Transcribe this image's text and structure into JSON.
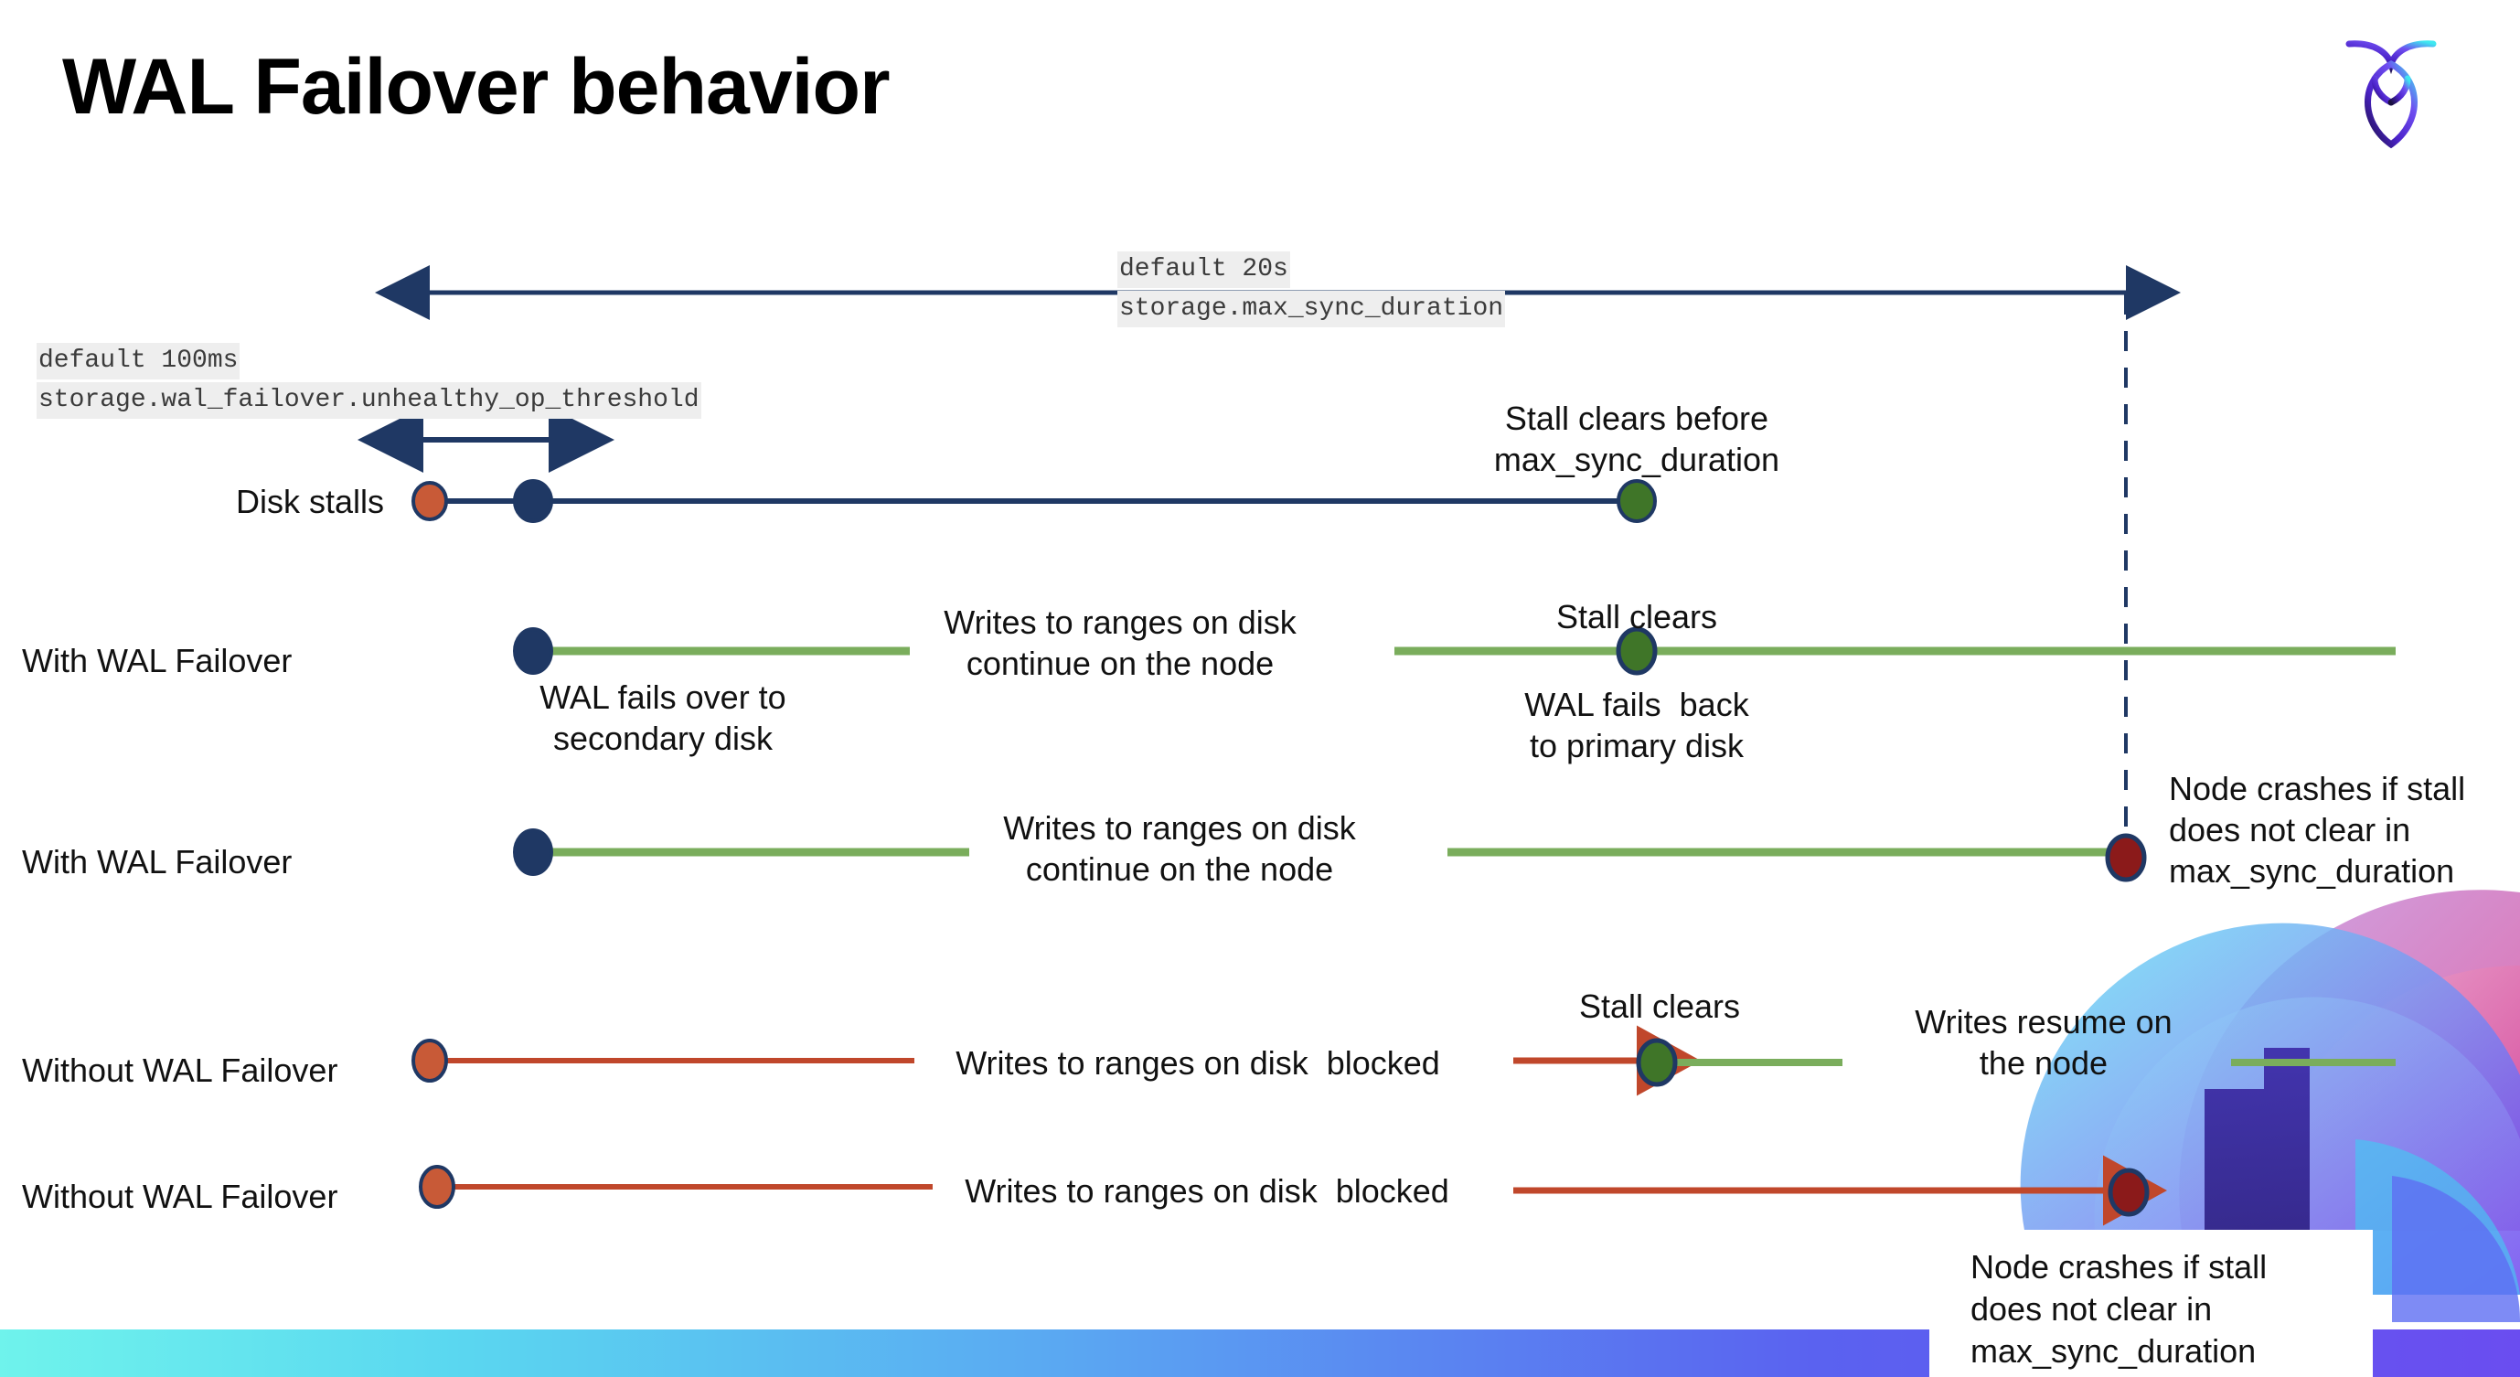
{
  "slide": {
    "title": "WAL Failover behavior",
    "logo_name": "cockroach-labs-logo",
    "background": "#ffffff"
  },
  "colors": {
    "navy": "#1f3864",
    "green_line": "#7aad5c",
    "green_dot": "#3f7528",
    "orange": "#c0472b",
    "orange_dot": "#c85a37",
    "dark_red": "#8b1a1a",
    "chip_bg": "#eeeeee",
    "text": "#111111"
  },
  "annotations": {
    "max_sync": {
      "default": "default 20s",
      "setting": "storage.max_sync_duration"
    },
    "unhealthy_op": {
      "default": "default 100ms",
      "setting": "storage.wal_failover.unhealthy_op_threshold"
    }
  },
  "rows": [
    {
      "id": "disk-stalls",
      "label": "Disk stalls",
      "notes": [
        {
          "id": "stall-clears-before",
          "text": "Stall clears before\nmax_sync_duration"
        }
      ]
    },
    {
      "id": "with-wal-failover-1",
      "label": "With WAL Failover",
      "notes": [
        {
          "id": "wal-fails-over",
          "text": "WAL fails over to\nsecondary disk"
        },
        {
          "id": "writes-continue-1",
          "text": "Writes to ranges on disk\ncontinue on the node"
        },
        {
          "id": "stall-clears-1",
          "text": "Stall clears"
        },
        {
          "id": "wal-fails-back",
          "text": "WAL fails  back\nto primary disk"
        }
      ]
    },
    {
      "id": "with-wal-failover-2",
      "label": "With WAL Failover",
      "notes": [
        {
          "id": "writes-continue-2",
          "text": "Writes to ranges on disk\ncontinue on the node"
        },
        {
          "id": "node-crashes-1",
          "text": "Node crashes if stall\ndoes not clear in\nmax_sync_duration"
        }
      ]
    },
    {
      "id": "without-wal-failover-1",
      "label": "Without WAL Failover",
      "notes": [
        {
          "id": "writes-blocked-1",
          "text": "Writes to ranges on disk  blocked"
        },
        {
          "id": "stall-clears-2",
          "text": "Stall clears"
        },
        {
          "id": "writes-resume",
          "text": "Writes resume on\nthe node"
        }
      ]
    },
    {
      "id": "without-wal-failover-2",
      "label": "Without WAL Failover",
      "notes": [
        {
          "id": "writes-blocked-2",
          "text": "Writes to ranges on disk  blocked"
        },
        {
          "id": "node-crashes-2",
          "text": "Node crashes if stall\ndoes not clear in\nmax_sync_duration"
        }
      ]
    }
  ]
}
